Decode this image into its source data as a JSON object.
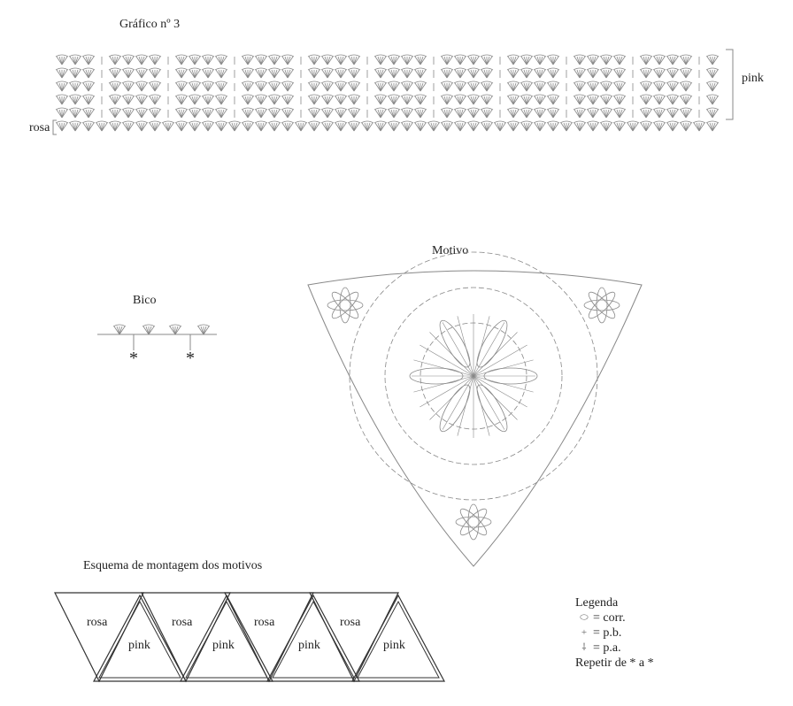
{
  "chart_title": "Gráfico nº 3",
  "chart_labels": {
    "rosa": "rosa",
    "pink": "pink"
  },
  "bico": {
    "title": "Bico",
    "star": "*"
  },
  "motivo": {
    "title": "Motivo"
  },
  "assembly": {
    "title": "Esquema de montagem dos motivos",
    "down_triangles": [
      "rosa",
      "rosa",
      "rosa",
      "rosa"
    ],
    "up_triangles": [
      "pink",
      "pink",
      "pink",
      "pink"
    ]
  },
  "legend": {
    "title": "Legenda",
    "items": [
      {
        "icon": "chain-stitch-icon",
        "text": "= corr."
      },
      {
        "icon": "single-crochet-icon",
        "text": "= p.b."
      },
      {
        "icon": "double-crochet-icon",
        "text": "= p.a."
      }
    ],
    "repeat_note": "Repetir de * a *"
  },
  "colors": {
    "line": "#888888",
    "text": "#222222",
    "background": "#ffffff"
  }
}
